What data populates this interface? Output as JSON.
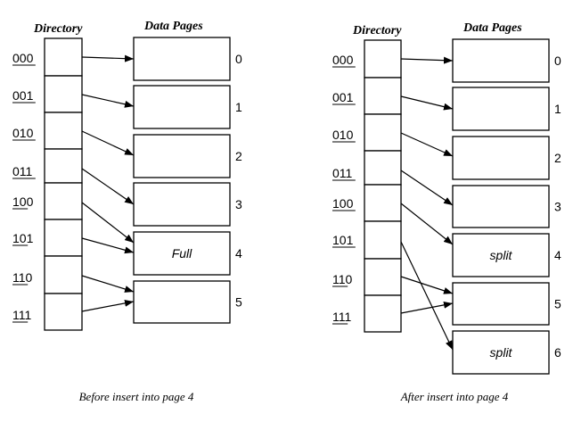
{
  "panels": [
    {
      "directory_title": "Directory",
      "pages_title": "Data Pages",
      "caption": "Before insert into page 4",
      "entries": [
        {
          "label": "000",
          "underlined": 3,
          "page": 0
        },
        {
          "label": "001",
          "underlined": 3,
          "page": 1
        },
        {
          "label": "010",
          "underlined": 3,
          "page": 2
        },
        {
          "label": "011",
          "underlined": 3,
          "page": 3
        },
        {
          "label": "100",
          "underlined": 2,
          "page": 4
        },
        {
          "label": "101",
          "underlined": 2,
          "page": 4
        },
        {
          "label": "110",
          "underlined": 2,
          "page": 5
        },
        {
          "label": "111",
          "underlined": 2,
          "page": 5
        }
      ],
      "pages": [
        {
          "number": "0",
          "text": ""
        },
        {
          "number": "1",
          "text": ""
        },
        {
          "number": "2",
          "text": ""
        },
        {
          "number": "3",
          "text": ""
        },
        {
          "number": "4",
          "text": "Full"
        },
        {
          "number": "5",
          "text": ""
        }
      ]
    },
    {
      "directory_title": "Directory",
      "pages_title": "Data Pages",
      "caption": "After insert into page 4",
      "entries": [
        {
          "label": "000",
          "underlined": 3,
          "page": 0
        },
        {
          "label": "001",
          "underlined": 3,
          "page": 1
        },
        {
          "label": "010",
          "underlined": 3,
          "page": 2
        },
        {
          "label": "011",
          "underlined": 3,
          "page": 3
        },
        {
          "label": "100",
          "underlined": 3,
          "page": 4
        },
        {
          "label": "101",
          "underlined": 3,
          "page": 6
        },
        {
          "label": "110",
          "underlined": 2,
          "page": 5
        },
        {
          "label": "111",
          "underlined": 2,
          "page": 5
        }
      ],
      "pages": [
        {
          "number": "0",
          "text": ""
        },
        {
          "number": "1",
          "text": ""
        },
        {
          "number": "2",
          "text": ""
        },
        {
          "number": "3",
          "text": ""
        },
        {
          "number": "4",
          "text": "split"
        },
        {
          "number": "5",
          "text": ""
        },
        {
          "number": "6",
          "text": "split"
        }
      ]
    }
  ]
}
